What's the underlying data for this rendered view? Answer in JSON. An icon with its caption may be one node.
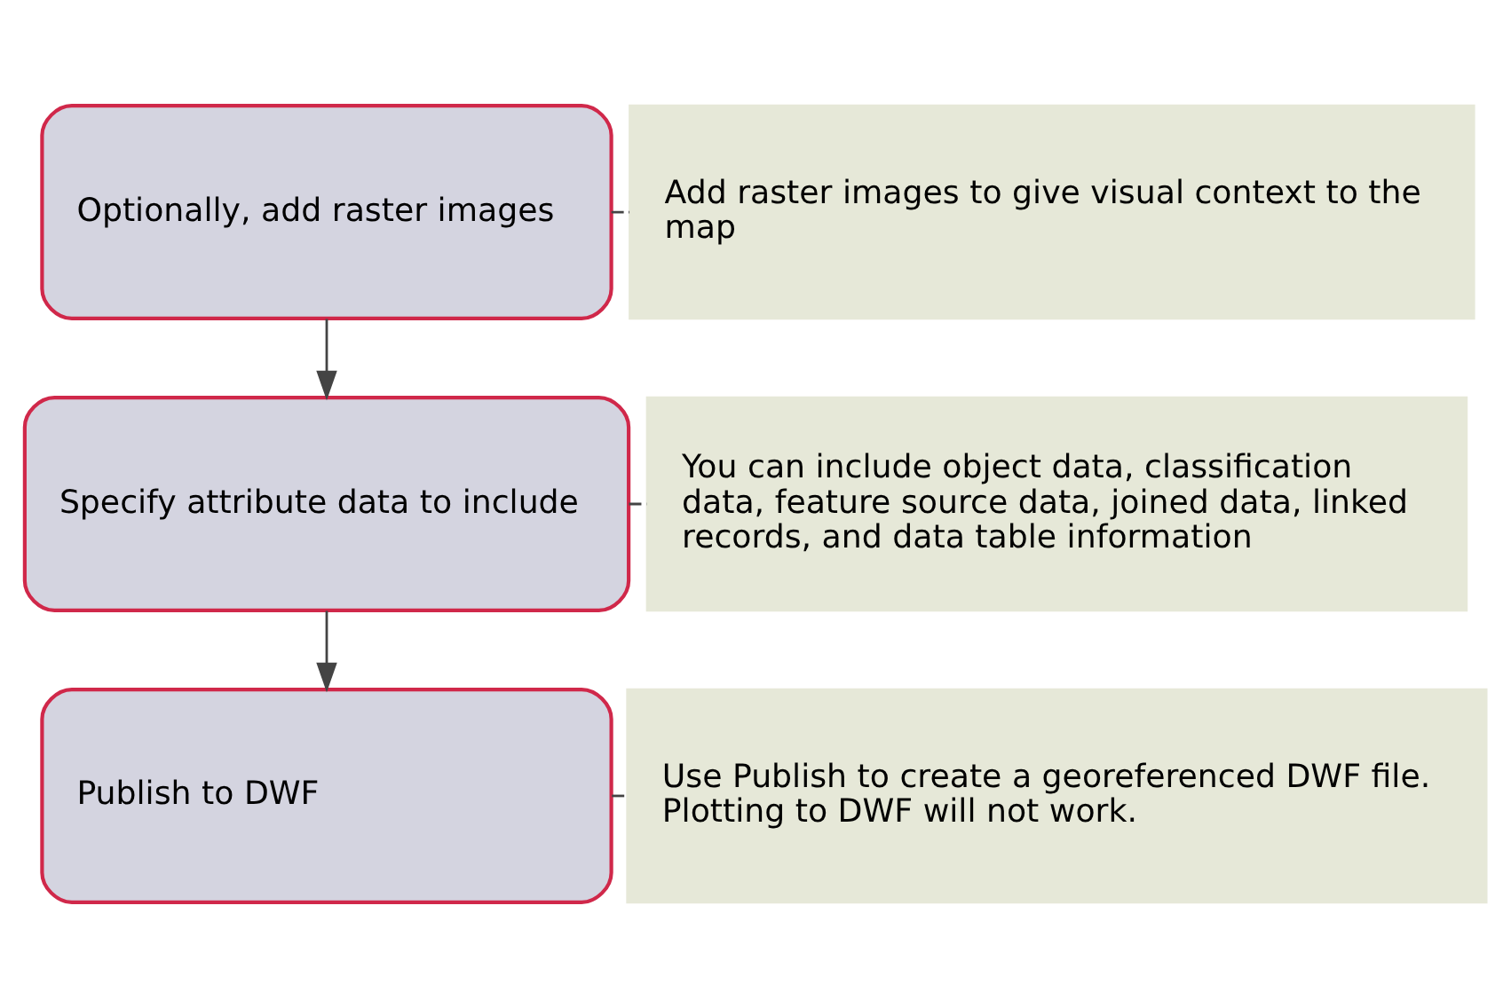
{
  "diagram": {
    "nodes": [
      {
        "text": [
          "Optionally, add raster images"
        ]
      },
      {
        "text": [
          "Add raster images to give visual context to the map"
        ]
      },
      {
        "text": [
          "Specify attribute data to include"
        ]
      },
      {
        "text": [
          "You can include object data, classification data, feature source data, joined data, linked records, and data table information"
        ]
      },
      {
        "text": [
          "Publish to DWF"
        ]
      },
      {
        "text": [
          "Use Publish to create a georeferenced DWF file. Plotting to DWF will not work."
        ]
      }
    ],
    "edges": [
      {
        "from": 0,
        "to": 1,
        "arrow": "none",
        "style": "dashed"
      },
      {
        "from": 0,
        "to": 2,
        "arrow": "to"
      },
      {
        "from": 2,
        "to": 3,
        "arrow": "none",
        "style": "dashed"
      },
      {
        "from": 2,
        "to": 4,
        "arrow": "to"
      },
      {
        "from": 4,
        "to": 5,
        "arrow": "none",
        "style": "dashed"
      }
    ]
  }
}
